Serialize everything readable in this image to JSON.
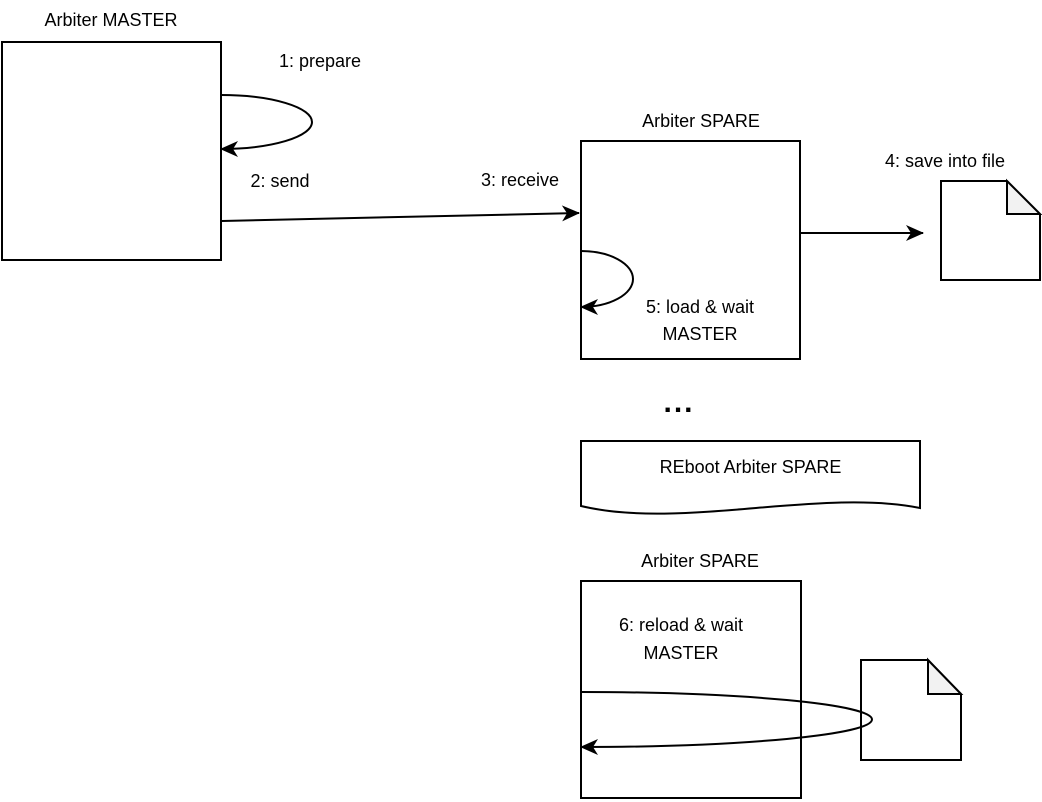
{
  "diagram": {
    "nodes": {
      "master": {
        "title": "Arbiter MASTER"
      },
      "spare_top": {
        "title": "Arbiter SPARE"
      },
      "spare_bottom": {
        "title": "Arbiter SPARE"
      },
      "reboot_note": {
        "label": "REboot Arbiter SPARE"
      },
      "file_top": {
        "icon": "document-icon"
      },
      "file_bottom": {
        "icon": "document-icon"
      }
    },
    "messages": {
      "prepare": "1: prepare",
      "send": "2: send",
      "receive": "3: receive",
      "save_into_file": "4: save into file",
      "load_wait": "5: load & wait MASTER",
      "reload_wait": "6: reload & wait MASTER"
    },
    "ellipsis": "...",
    "colors": {
      "stroke": "#000000",
      "shape_fill": "#ffffff",
      "fold_fill": "#f2f2f2",
      "text": "#000000",
      "background": "#ffffff"
    }
  }
}
